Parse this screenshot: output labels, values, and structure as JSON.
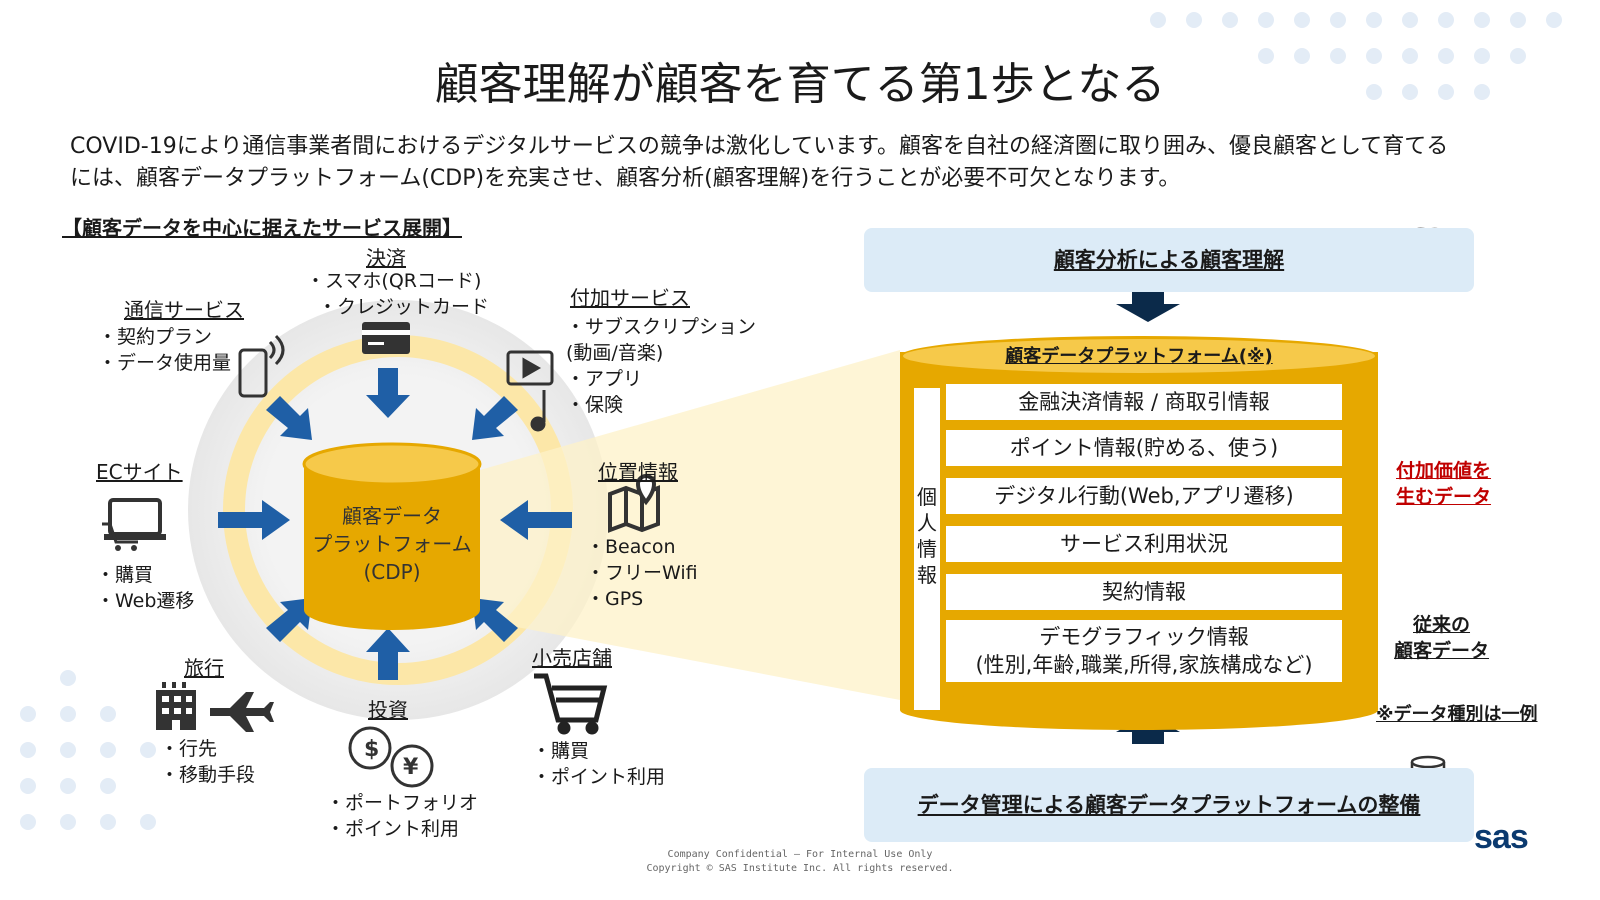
{
  "title": "顧客理解が顧客を育てる第1歩となる",
  "intro": {
    "line1": "COVID-19により通信事業者間におけるデジタルサービスの競争は激化しています。顧客を自社の経済圏に取り囲み、優良顧客として育てる",
    "line2": "には、顧客データプラットフォーム(CDP)を充実させ、顧客分析(顧客理解)を行うことが必要不可欠となります。"
  },
  "section_heading": "【顧客データを中心に据えたサービス展開】",
  "cdp_label": [
    "顧客データ",
    "プラットフォーム",
    "(CDP)"
  ],
  "services": {
    "settlement": {
      "title": "決済",
      "items": [
        "・スマホ(QRコード)",
        "・クレジットカード"
      ]
    },
    "telecom": {
      "title": "通信サービス",
      "items": [
        "・契約プラン",
        "・データ使用量"
      ]
    },
    "addon": {
      "title": "付加サービス",
      "items": [
        "・サブスクリプション",
        "(動画/音楽)",
        "・アプリ",
        "・保険"
      ]
    },
    "ec": {
      "title": "ECサイト",
      "items": [
        "・購買",
        "・Web遷移"
      ]
    },
    "location": {
      "title": "位置情報",
      "items": [
        "・Beacon",
        "・フリーWifi",
        "・GPS"
      ]
    },
    "travel": {
      "title": "旅行",
      "items": [
        "・行先",
        "・移動手段"
      ]
    },
    "investment": {
      "title": "投資",
      "items": [
        "・ポートフォリオ",
        "・ポイント利用"
      ]
    },
    "retail": {
      "title": "小売店舗",
      "items": [
        "・購買",
        "・ポイント利用"
      ]
    }
  },
  "right": {
    "top_panel": "顧客分析による顧客理解",
    "bottom_panel": "データ管理による顧客データプラットフォームの整備",
    "db_title": "顧客データプラットフォーム(※)",
    "personal_info": [
      "個",
      "人",
      "情",
      "報"
    ],
    "rows": [
      "金融決済情報 / 商取引情報",
      "ポイント情報(貯める、使う)",
      "デジタル行動(Web,アプリ遷移)",
      "サービス利用状況",
      "契約情報",
      "デモグラフィック情報",
      "(性別,年齢,職業,所得,家族構成など)"
    ],
    "value_label": [
      "付加価値を",
      "生むデータ"
    ],
    "traditional_label": [
      "従来の",
      "顧客データ"
    ],
    "note": "※データ種別は一例"
  },
  "footer": [
    "Company Confidential – For Internal Use Only",
    "Copyright © SAS Institute Inc. All rights reserved."
  ],
  "logo": "sas",
  "colors": {
    "accent_blue": "#1f5fa6",
    "gold": "#e6a800",
    "light_gold": "#fce7a8",
    "panel_blue": "#dcebf7",
    "red": "#c00000"
  },
  "icons": [
    "card-icon",
    "phone-icon",
    "video-music-icon",
    "laptop-cart-icon",
    "map-pin-icon",
    "building-plane-icon",
    "dollar-yen-icon",
    "cart-icon",
    "brain-gear-icon",
    "database-icon"
  ]
}
